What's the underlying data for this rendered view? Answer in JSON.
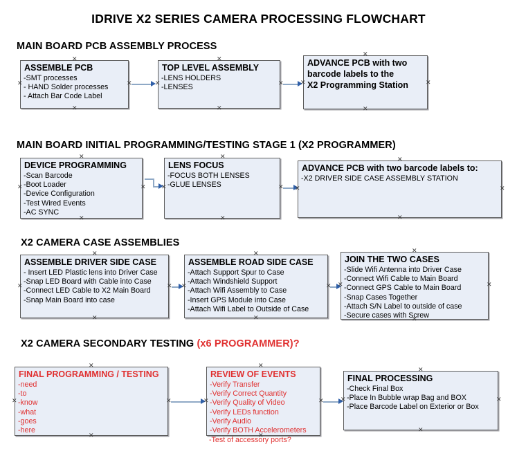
{
  "document": {
    "title": "IDRIVE X2  SERIES CAMERA PROCESSING FLOWCHART",
    "accent_box_fill": "#e9eef7",
    "accent_box_border": "#5a5a5a",
    "connector_color": "#8fa9c6",
    "arrow_color": "#2f5fa8",
    "red_text_color": "#e03030"
  },
  "sections": [
    {
      "heading": "MAIN BOARD PCB ASSEMBLY PROCESS",
      "heading_red": "",
      "boxes": [
        {
          "title": "ASSEMBLE PCB",
          "items": [
            "-SMT processes",
            "- HAND Solder processes",
            "- Attach Bar Code Label"
          ]
        },
        {
          "title": "TOP LEVEL ASSEMBLY",
          "items": [
            "-LENS HOLDERS",
            "-LENSES"
          ]
        },
        {
          "title": "ADVANCE PCB with two",
          "items": [
            "barcode labels to the",
            " X2 Programming Station"
          ]
        }
      ]
    },
    {
      "heading": "MAIN BOARD INITIAL PROGRAMMING/TESTING STAGE 1 (X2 PROGRAMMER)",
      "heading_red": "",
      "boxes": [
        {
          "title": "DEVICE PROGRAMMING",
          "items": [
            "-Scan Barcode",
            "-Boot Loader",
            "-Device Configuration",
            "-Test Wired Events",
            "-AC SYNC"
          ]
        },
        {
          "title": "LENS FOCUS",
          "items": [
            "-FOCUS BOTH LENSES",
            "-GLUE LENSES"
          ]
        },
        {
          "title": "ADVANCE PCB with two barcode labels to:",
          "items": [
            "-X2 DRIVER  SIDE  CASE  ASSEMBLY STATION"
          ]
        }
      ]
    },
    {
      "heading": "X2 CAMERA CASE ASSEMBLIES",
      "heading_red": "",
      "boxes": [
        {
          "title": "ASSEMBLE DRIVER SIDE CASE",
          "items": [
            "- Insert LED Plastic lens into Driver Case",
            "-Snap LED Board with Cable into Case",
            "-Connect LED Cable to X2 Main Board",
            "-Snap Main Board into case"
          ]
        },
        {
          "title": "ASSEMBLE ROAD SIDE CASE",
          "items": [
            "-Attach Support Spur to Case",
            "-Attach Windshield Support",
            "-Attach Wifi Assembly to Case",
            "-Insert GPS Module into Case",
            "-Attach Wifi Label to Outside of Case"
          ]
        },
        {
          "title": "JOIN THE TWO CASES",
          "items": [
            "-Slide Wifi Antenna into Driver Case",
            "-Connect Wifi Cable to Main Board",
            "-Connect GPS Cable to Main Board",
            "-Snap Cases Together",
            "-Attach S/N Label to outside of case",
            "-Secure cases with Screw"
          ]
        }
      ]
    },
    {
      "heading": "X2 CAMERA SECONDARY TESTING ",
      "heading_red": "(x6 PROGRAMMER)?",
      "boxes": [
        {
          "title": "FINAL PROGRAMMING / TESTING",
          "items": [
            "-need",
            "-to",
            "-know",
            "-what",
            "-goes",
            "-here"
          ]
        },
        {
          "title": "REVIEW OF EVENTS",
          "items": [
            "-Verify Transfer",
            "-Verify Correct Quantity",
            "-Verify Quality of Video",
            "-Verify LEDs function",
            "-Verify Audio",
            "-Verify BOTH Accelerometers"
          ],
          "overflow_item": "-Test of accessory ports?"
        },
        {
          "title": "FINAL PROCESSING",
          "items": [
            " -Check Final Box",
            "-Place In Bubble wrap Bag and BOX",
            "-Place Barcode Label on Exterior or Box"
          ]
        }
      ]
    }
  ]
}
